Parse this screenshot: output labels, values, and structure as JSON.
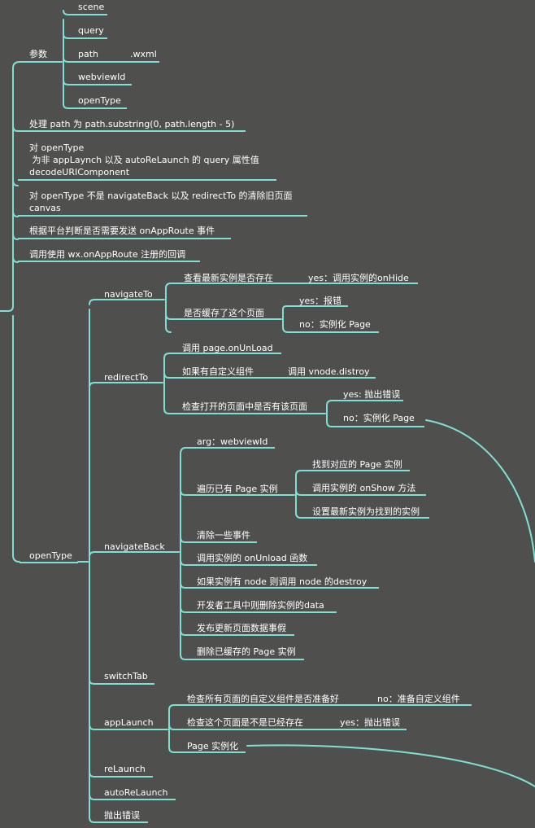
{
  "colors": {
    "background": "#4f504e",
    "branch": "#7fe0d2",
    "text": "#ffffff"
  },
  "root": {
    "params": {
      "label": "参数",
      "items": [
        "scene",
        "query",
        "path",
        "webviewId",
        "openType"
      ],
      "path_note": ".wxml"
    },
    "steps": [
      "处理 path 为  path.substring(0, path.length - 5)",
      "对 openType\n 为非 appLaynch 以及 autoReLaunch 的 query 属性值\ndecodeURIComponent",
      "对 openType 不是 navigateBack 以及 redirectTo 的清除旧页面\ncanvas",
      "根据平台判断是否需要发送 onAppRoute 事件",
      "调用使用 wx.onAppRoute 注册的回调"
    ],
    "openType": {
      "label": "openType",
      "navigateTo": {
        "label": "navigateTo",
        "check_latest": "查看最新实例是否存在",
        "check_latest_yes": "yes：调用实例的onHide",
        "check_cache": "是否缓存了这个页面",
        "check_cache_yes": "yes：报错",
        "check_cache_no": "no：实例化 Page"
      },
      "redirectTo": {
        "label": "redirectTo",
        "unload": "调用 page.onUnLoad",
        "custom": "如果有自定义组件",
        "custom_action": "调用 vnode.distroy",
        "check_open": "检查打开的页面中是否有该页面",
        "check_open_yes": "yes: 抛出错误",
        "check_open_no": "no：实例化 Page"
      },
      "navigateBack": {
        "label": "navigateBack",
        "arg": "arg：webviewId",
        "traverse": "遍历已有 Page 实例",
        "traverse_children": [
          "找到对应的 Page 实例",
          "调用实例的 onShow 方法",
          "设置最新实例为找到的实例"
        ],
        "steps": [
          "清除一些事件",
          "调用实例的 onUnload 函数",
          "如果实例有 node 则调用 node 的destroy",
          "开发者工具中则删除实例的data",
          "发布更新页面数据事假",
          "删除已缓存的 Page 实例"
        ]
      },
      "switchTab": "switchTab",
      "appLaunch": {
        "label": "appLaunch",
        "check_custom": "检查所有页面的自定义组件是否准备好",
        "check_custom_no": "no：准备自定义组件",
        "check_exists": "检查这个页面是不是已经存在",
        "check_exists_yes": "yes：抛出错误",
        "instantiate": "Page 实例化"
      },
      "reLaunch": "reLaunch",
      "autoReLaunch": "autoReLaunch",
      "error": "抛出错误"
    }
  }
}
